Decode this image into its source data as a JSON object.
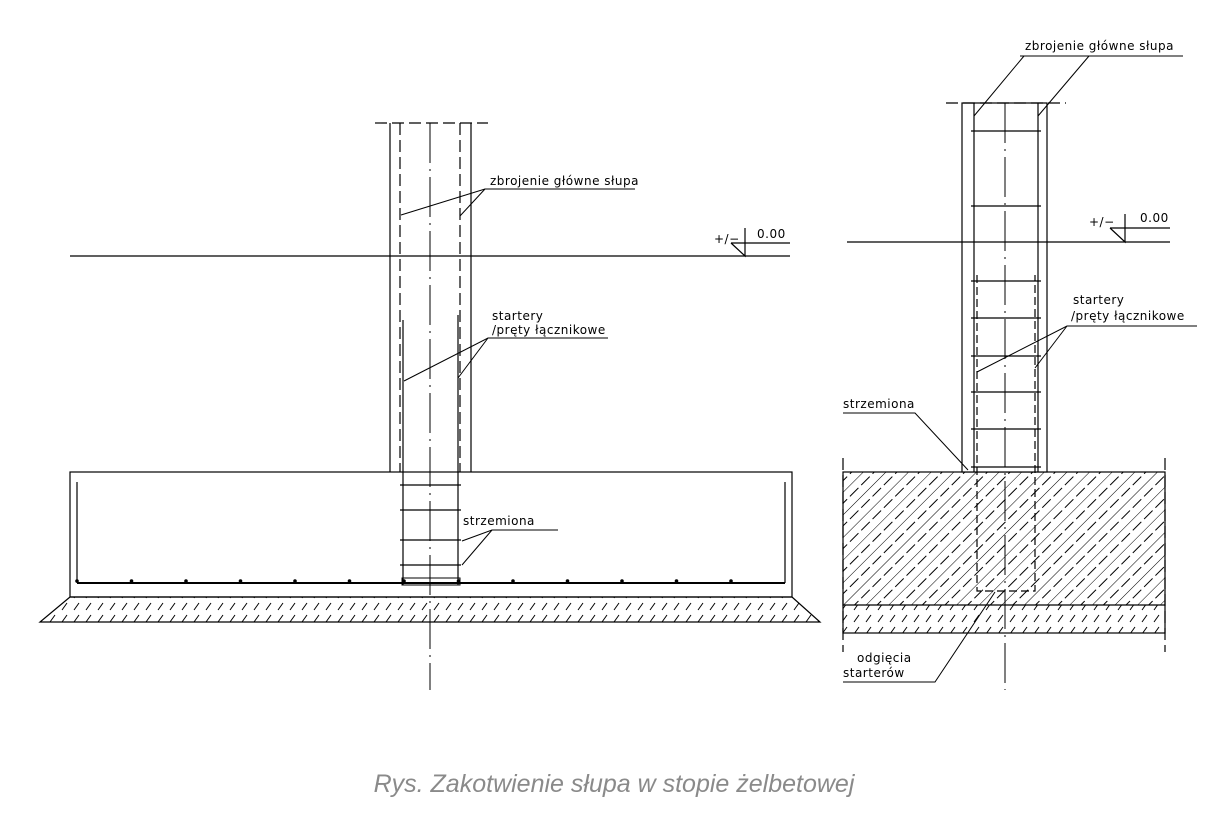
{
  "left_drawing": {
    "label_main_rebar": "zbrojenie główne słupa",
    "label_starters_1": "startery",
    "label_starters_2": "/pręty łącznikowe",
    "label_stirrups": "strzemiona",
    "level_sign": "+/−",
    "level_value": "0.00"
  },
  "right_drawing": {
    "label_main_rebar": "zbrojenie główne słupa",
    "label_starters_1": "startery",
    "label_starters_2": "/pręty łącznikowe",
    "label_stirrups": "strzemiona",
    "label_bends_1": "odgięcia",
    "label_bends_2": "starterów",
    "level_sign": "+/−",
    "level_value": "0.00"
  },
  "caption": "Rys. Zakotwienie słupa w stopie żelbetowej"
}
